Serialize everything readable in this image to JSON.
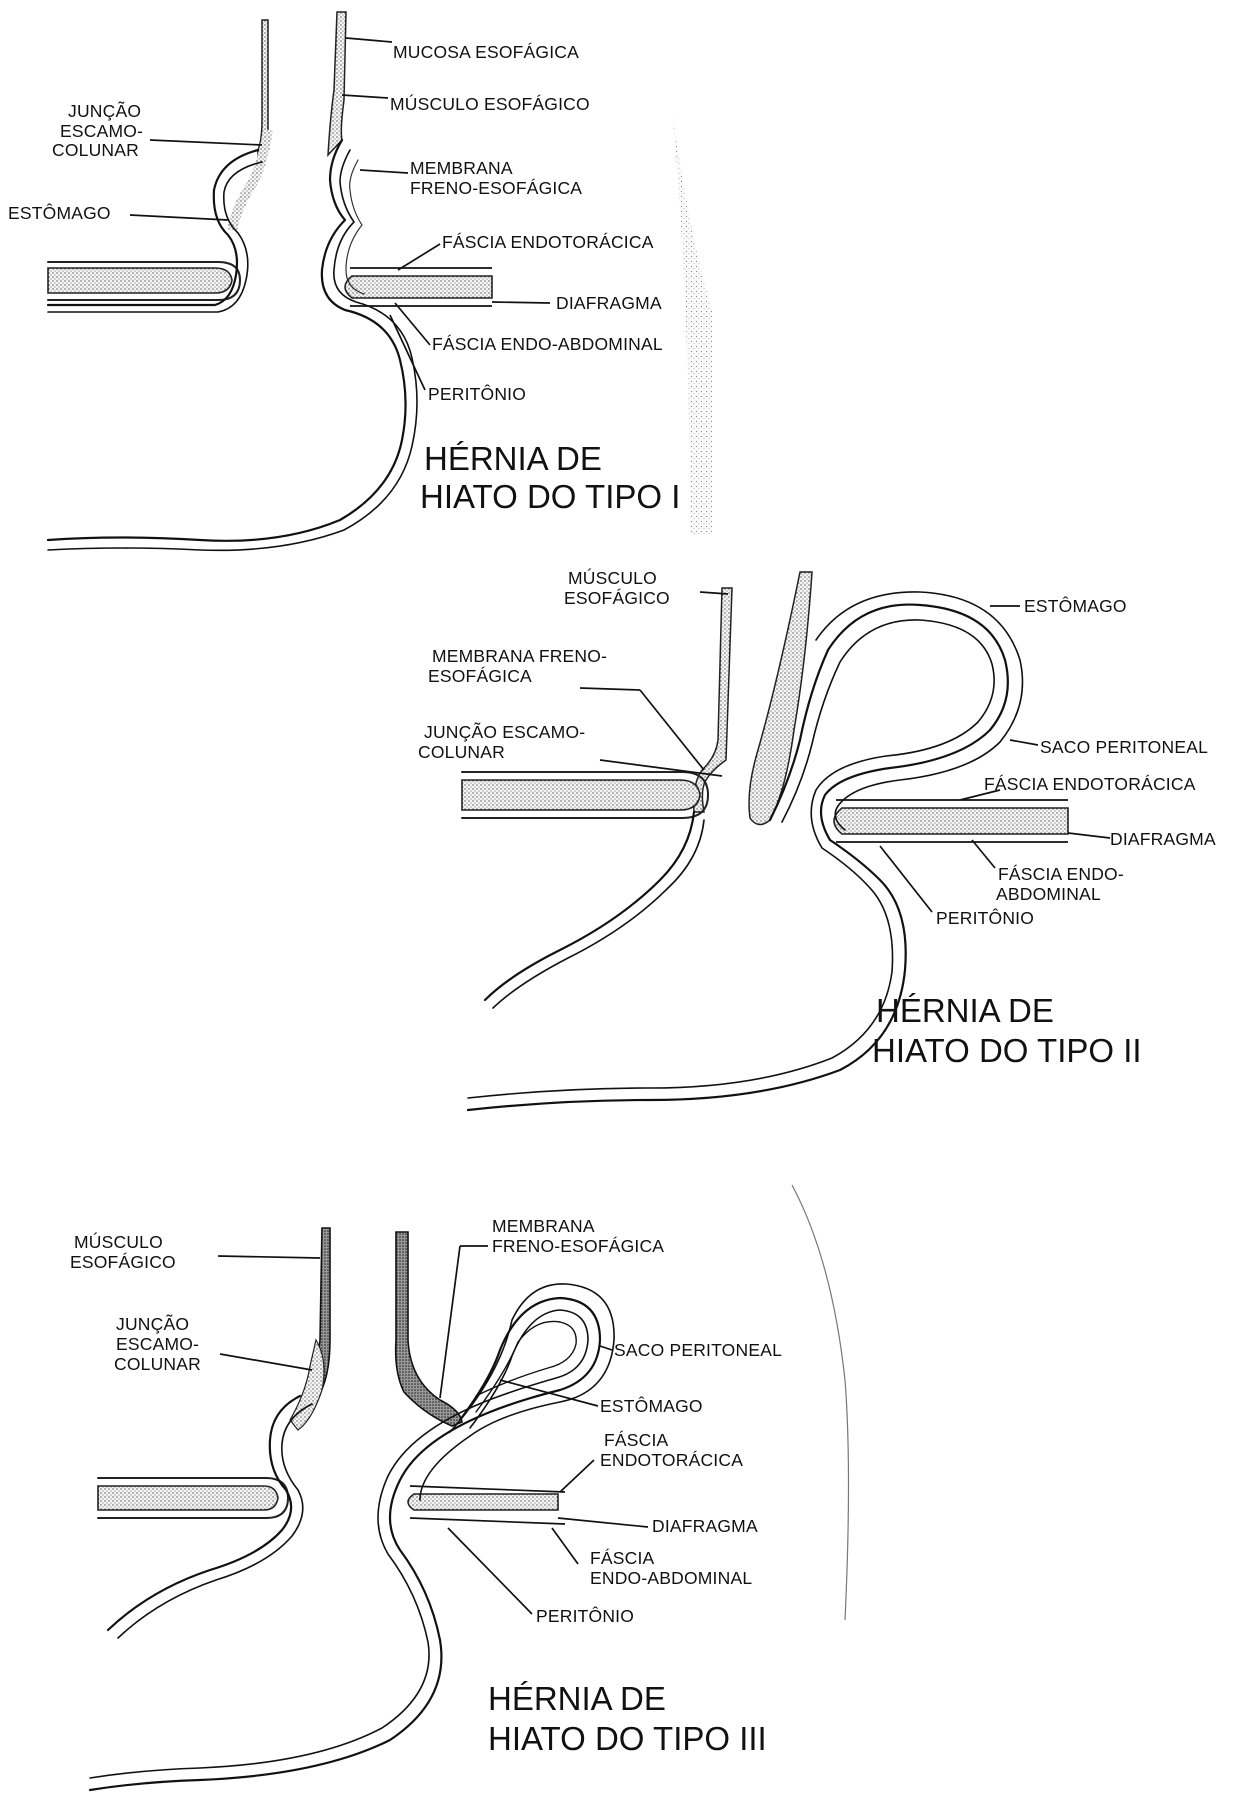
{
  "diagram_1": {
    "title_line1": "HÉRNIA DE",
    "title_line2": "HIATO DO TIPO I",
    "labels": {
      "mucosa": "MUCOSA ESOFÁGICA",
      "musculo": "MÚSCULO ESOFÁGICO",
      "juncao_1": "JUNÇÃO",
      "juncao_2": "ESCAMO-",
      "juncao_3": "COLUNAR",
      "membrana_1": "MEMBRANA",
      "membrana_2": "FRENO-ESOFÁGICA",
      "estomago": "ESTÔMAGO",
      "fascia_endotoracica": "FÁSCIA ENDOTORÁCICA",
      "diafragma": "DIAFRAGMA",
      "fascia_endoabdominal": "FÁSCIA ENDO-ABDOMINAL",
      "peritonio": "PERITÔNIO"
    }
  },
  "diagram_2": {
    "title_line1": "HÉRNIA DE",
    "title_line2": "HIATO DO TIPO II",
    "labels": {
      "musculo_1": "MÚSCULO",
      "musculo_2": "ESOFÁGICO",
      "membrana_1": "MEMBRANA FRENO-",
      "membrana_2": "ESOFÁGICA",
      "juncao_1": "JUNÇÃO ESCAMO-",
      "juncao_2": "COLUNAR",
      "estomago": "ESTÔMAGO",
      "saco": "SACO PERITONEAL",
      "fascia_endotoracica": "FÁSCIA ENDOTORÁCICA",
      "diafragma": "DIAFRAGMA",
      "fascia_endo_1": "FÁSCIA ENDO-",
      "fascia_endo_2": "ABDOMINAL",
      "peritonio": "PERITÔNIO"
    }
  },
  "diagram_3": {
    "title_line1": "HÉRNIA DE",
    "title_line2": "HIATO DO TIPO III",
    "labels": {
      "musculo_1": "MÚSCULO",
      "musculo_2": "ESOFÁGICO",
      "juncao_1": "JUNÇÃO",
      "juncao_2": "ESCAMO-",
      "juncao_3": "COLUNAR",
      "membrana_1": "MEMBRANA",
      "membrana_2": "FRENO-ESOFÁGICA",
      "saco": "SACO PERITONEAL",
      "estomago": "ESTÔMAGO",
      "fascia_endotoracica_1": "FÁSCIA",
      "fascia_endotoracica_2": "ENDOTORÁCICA",
      "diafragma": "DIAFRAGMA",
      "fascia_endo_1": "FÁSCIA",
      "fascia_endo_2": "ENDO-ABDOMINAL",
      "peritonio": "PERITÔNIO"
    }
  }
}
